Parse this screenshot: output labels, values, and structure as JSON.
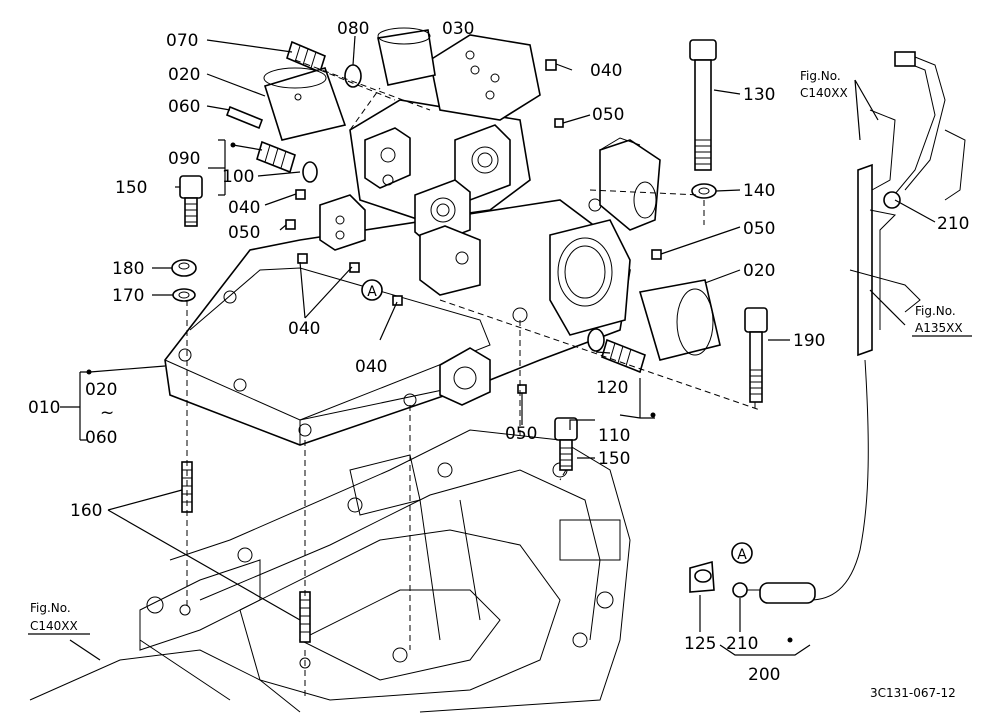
{
  "labels": {
    "p070": "070",
    "p080": "080",
    "p030": "030",
    "p020a": "020",
    "p040a": "040",
    "p060": "060",
    "p050a": "050",
    "p090": "090",
    "p100": "100",
    "p150a": "150",
    "p040b": "040",
    "p050b": "050",
    "p130": "130",
    "p140": "140",
    "p050c": "050",
    "p020b": "020",
    "p180": "180",
    "p170": "170",
    "p040c": "040",
    "p040d": "040",
    "p190": "190",
    "p120": "120",
    "p010": "010",
    "p020c": "020",
    "p060c": "060",
    "p050d": "050",
    "p110": "110",
    "p150b": "150",
    "p160": "160",
    "p210a": "210",
    "p125": "125",
    "p210b": "210",
    "p200": "200",
    "tilde": "~",
    "A1": "A",
    "A2": "A"
  },
  "refs": {
    "fig_a_title": "Fig.No.",
    "fig_a_code": "C140XX",
    "fig_b_title": "Fig.No.",
    "fig_b_code": "A135XX",
    "fig_c_title": "Fig.No.",
    "fig_c_code": "C140XX"
  },
  "drawing_code": "3C131-067-12"
}
